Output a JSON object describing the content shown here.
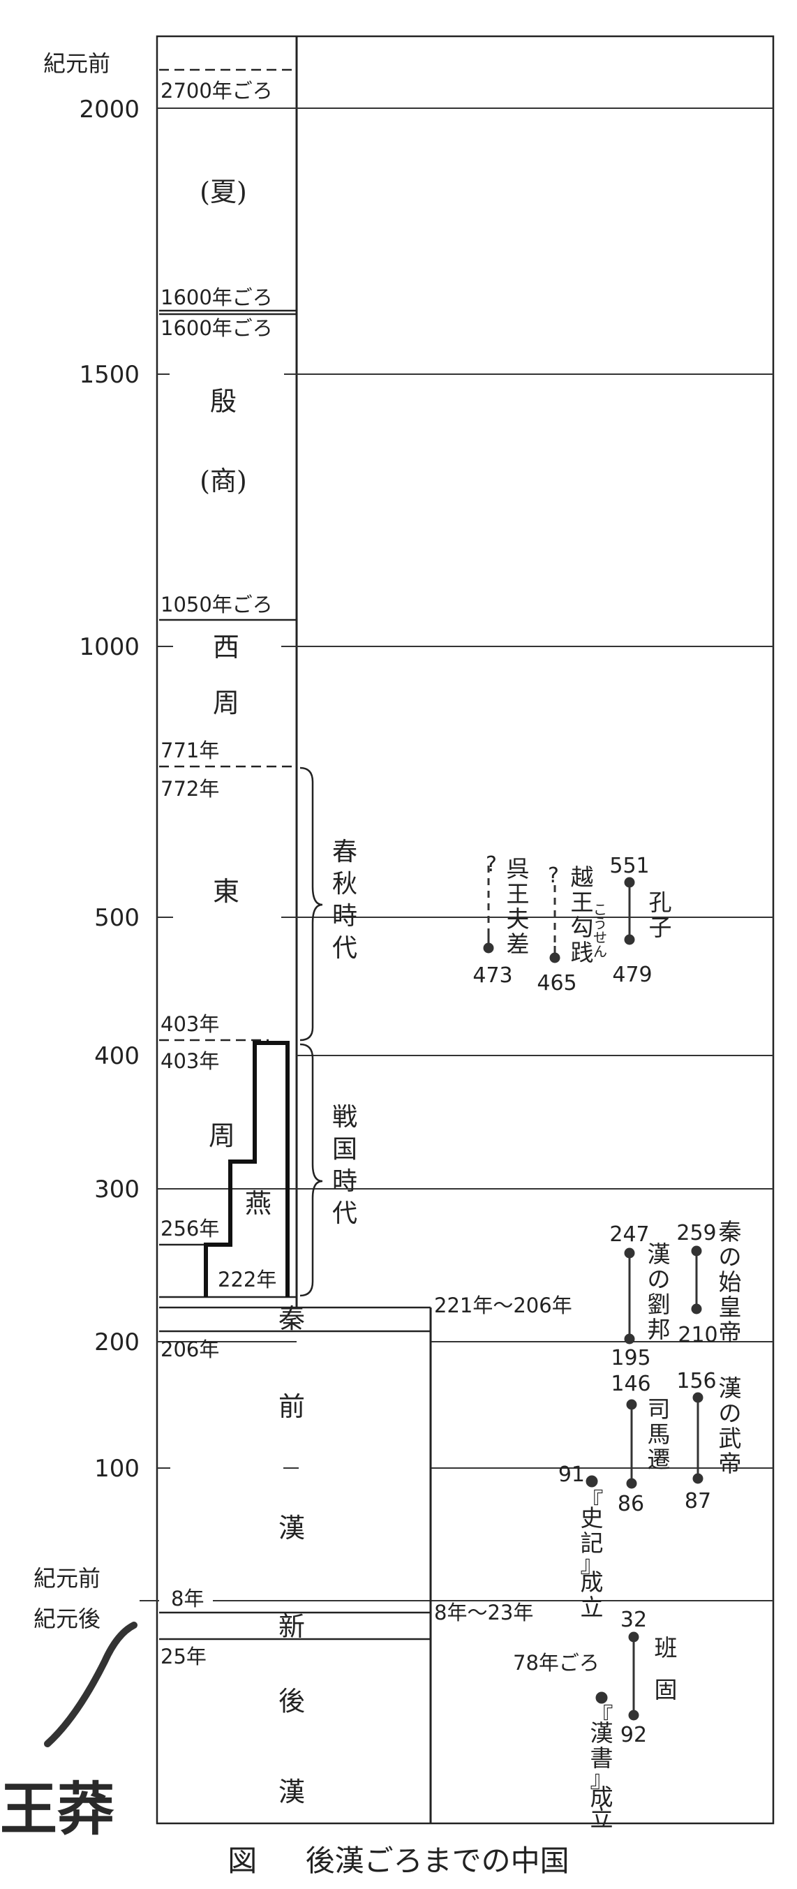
{
  "axis": {
    "era_bc": "紀元前",
    "era_ad": "紀元後",
    "ticks": [
      "2000",
      "1500",
      "1000",
      "500",
      "400",
      "300",
      "200",
      "100"
    ]
  },
  "boundaries": {
    "b2700": "2700年ごろ",
    "b1600a": "1600年ごろ",
    "b1600b": "1600年ごろ",
    "b1050": "1050年ごろ",
    "b771": "771年",
    "b772": "772年",
    "b403a": "403年",
    "b403b": "403年",
    "b256": "256年",
    "b222": "222年",
    "b206": "206年",
    "b8": "8年",
    "b25": "25年"
  },
  "dynasties": {
    "xia": "(夏)",
    "yin": "殷",
    "shang": "(商)",
    "west_zhou": [
      "西",
      "周"
    ],
    "east_zhou": "東",
    "zhou": "周",
    "yan": "燕",
    "qin": "秦",
    "former_han": [
      "前",
      "漢"
    ],
    "xin": "新",
    "later_han": [
      "後",
      "漢"
    ]
  },
  "periods": {
    "spring_autumn": [
      "春",
      "秋",
      "時",
      "代"
    ],
    "warring_states": [
      "戦",
      "国",
      "時",
      "代"
    ]
  },
  "ranges": {
    "qin": "221年～206年",
    "xin": "8年～23年"
  },
  "people": {
    "fuchai": {
      "name": [
        "呉",
        "王",
        "夫",
        "差"
      ],
      "start": "?",
      "end": "473"
    },
    "goujian": {
      "name": [
        "越",
        "王",
        "勾",
        "践"
      ],
      "ruby": [
        "こ",
        "う",
        "せ",
        "ん"
      ],
      "start": "?",
      "end": "465"
    },
    "confucius": {
      "name": [
        "孔",
        "子"
      ],
      "start": "551",
      "end": "479"
    },
    "liubang": {
      "name": [
        "漢",
        "の",
        "劉",
        "邦"
      ],
      "start": "247",
      "end": "195"
    },
    "shihuangdi": {
      "name": [
        "秦",
        "の",
        "始",
        "皇",
        "帝"
      ],
      "start": "259",
      "end": "210"
    },
    "simaqian": {
      "name": [
        "司",
        "馬",
        "遷"
      ],
      "start": "146",
      "end": "86"
    },
    "wudi": {
      "name": [
        "漢",
        "の",
        "武",
        "帝"
      ],
      "start": "156",
      "end": "87"
    },
    "bangu": {
      "name": [
        "班",
        "固"
      ],
      "start": "32",
      "end": "92"
    }
  },
  "events": {
    "shiji": {
      "year": "91",
      "text": [
        "『",
        "史",
        "記",
        "』",
        "成",
        "立"
      ]
    },
    "hanshu": {
      "year": "78年ごろ",
      "text": [
        "『",
        "漢",
        "書",
        "』",
        "成",
        "立"
      ]
    }
  },
  "annotation": {
    "wang_mang": "王莽"
  },
  "caption": {
    "prefix": "図",
    "title": "後漢ごろまでの中国"
  },
  "colors": {
    "ink": "#222222",
    "marker": "#333333"
  }
}
